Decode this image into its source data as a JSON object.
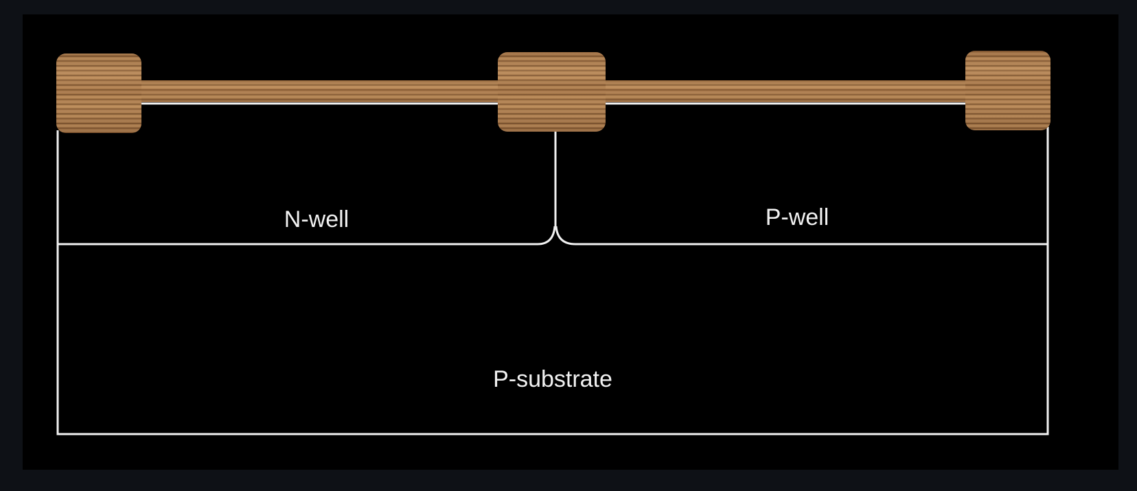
{
  "diagram": {
    "labels": {
      "n_well": "N-well",
      "p_well": "P-well",
      "p_substrate": "P-substrate"
    },
    "colors": {
      "page_background": "#0e1116",
      "canvas_background": "#000000",
      "boundary_lines": "#f2f2f2",
      "label_text": "#f2f2f2",
      "oxide_wood": "#a87a4c"
    },
    "elements": [
      "field-oxide-bar",
      "isolation-block-left",
      "isolation-block-center",
      "isolation-block-right"
    ]
  }
}
